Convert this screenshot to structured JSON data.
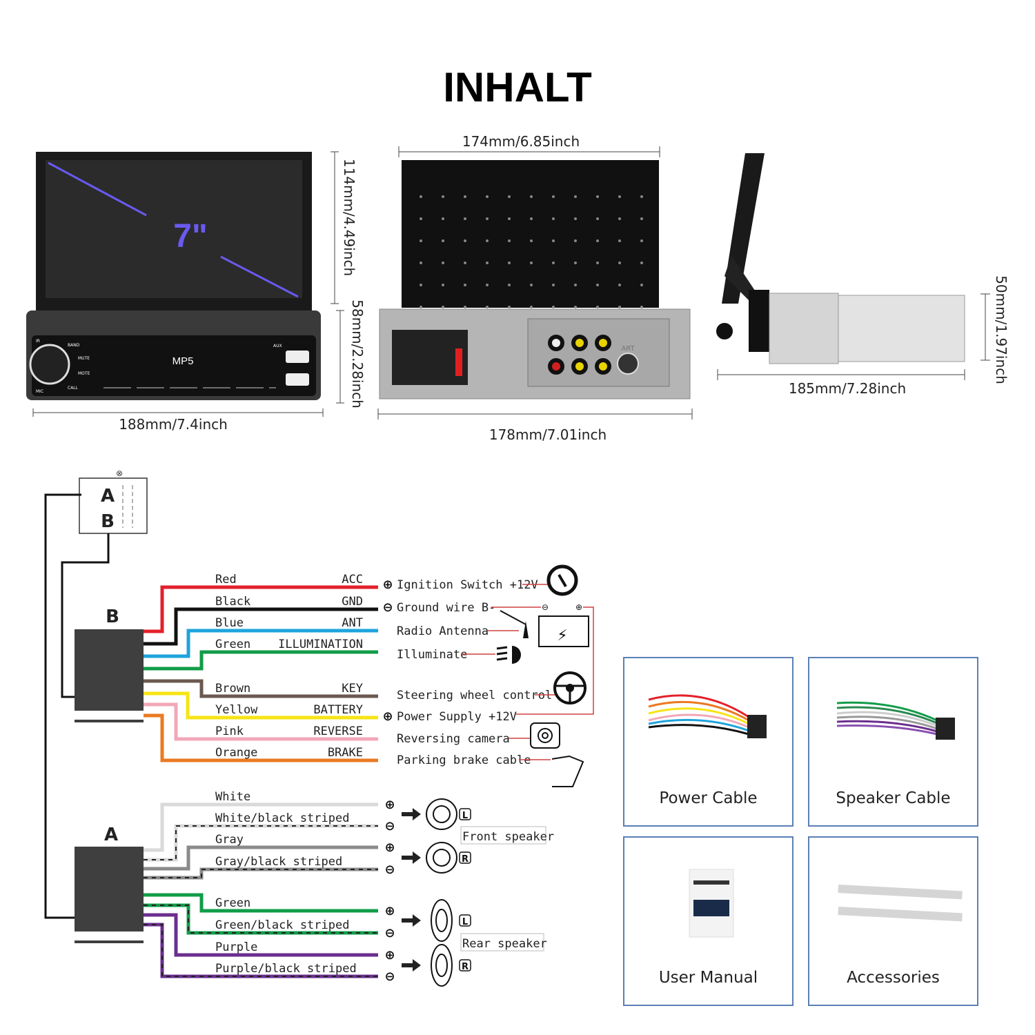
{
  "title": "INHALT",
  "front_view": {
    "screen_size": "7\"",
    "display_label": "MP5",
    "button_labels": [
      "BAND",
      "MUTE",
      "MOTE",
      "CALL",
      "IR",
      "MIC",
      "AUX"
    ],
    "width_dim": "188mm/7.4inch",
    "height_dim": "114mm/4.49inch",
    "panel_height_dim": "58mm/2.28inch"
  },
  "back_view": {
    "top_width_dim": "174mm/6.85inch",
    "bottom_width_dim": "178mm/7.01inch",
    "port_label": "ART"
  },
  "side_view": {
    "depth_dim": "185mm/7.28inch",
    "height_dim": "50mm/1.97inch"
  },
  "wiring": {
    "connector_labels": {
      "a": "A",
      "b": "B"
    },
    "harness_b": [
      {
        "color_name": "Red",
        "function": "ACC",
        "target": "Ignition Switch +12V",
        "polarity": "+",
        "color": "#e3202b"
      },
      {
        "color_name": "Black",
        "function": "GND",
        "target": "Ground wire B-",
        "polarity": "-",
        "color": "#111111"
      },
      {
        "color_name": "Blue",
        "function": "ANT",
        "target": "Radio Antenna",
        "polarity": "",
        "color": "#1ea3dc"
      },
      {
        "color_name": "Green",
        "function": "ILLUMINATION",
        "target": "Illuminate",
        "polarity": "",
        "color": "#119c48"
      },
      {
        "color_name": "Brown",
        "function": "KEY",
        "target": "Steering wheel control",
        "polarity": "",
        "color": "#6b5950"
      },
      {
        "color_name": "Yellow",
        "function": "BATTERY",
        "target": "Power Supply +12V",
        "polarity": "+",
        "color": "#f7e414"
      },
      {
        "color_name": "Pink",
        "function": "REVERSE",
        "target": "Reversing camera",
        "polarity": "",
        "color": "#f2a7b8"
      },
      {
        "color_name": "Orange",
        "function": "BRAKE",
        "target": "Parking brake cable",
        "polarity": "",
        "color": "#ea7a22"
      }
    ],
    "harness_a": [
      {
        "color_name": "White",
        "polarity": "+",
        "color": "#d9d9d9",
        "striped": false
      },
      {
        "color_name": "White/black striped",
        "polarity": "-",
        "color": "#d9d9d9",
        "striped": true
      },
      {
        "color_name": "Gray",
        "polarity": "+",
        "color": "#8a8a8a",
        "striped": false
      },
      {
        "color_name": "Gray/black striped",
        "polarity": "-",
        "color": "#8a8a8a",
        "striped": true
      },
      {
        "color_name": "Green",
        "polarity": "+",
        "color": "#119c48",
        "striped": false
      },
      {
        "color_name": "Green/black striped",
        "polarity": "-",
        "color": "#119c48",
        "striped": true
      },
      {
        "color_name": "Purple",
        "polarity": "+",
        "color": "#6b2e8f",
        "striped": false
      },
      {
        "color_name": "Purple/black striped",
        "polarity": "-",
        "color": "#6b2e8f",
        "striped": true
      }
    ],
    "speakers": {
      "front_label": "Front speaker",
      "rear_label": "Rear speaker",
      "left": "L",
      "right": "R"
    }
  },
  "package_contents": [
    {
      "label": "Power Cable"
    },
    {
      "label": "Speaker Cable"
    },
    {
      "label": "User Manual"
    },
    {
      "label": "Accessories"
    }
  ]
}
